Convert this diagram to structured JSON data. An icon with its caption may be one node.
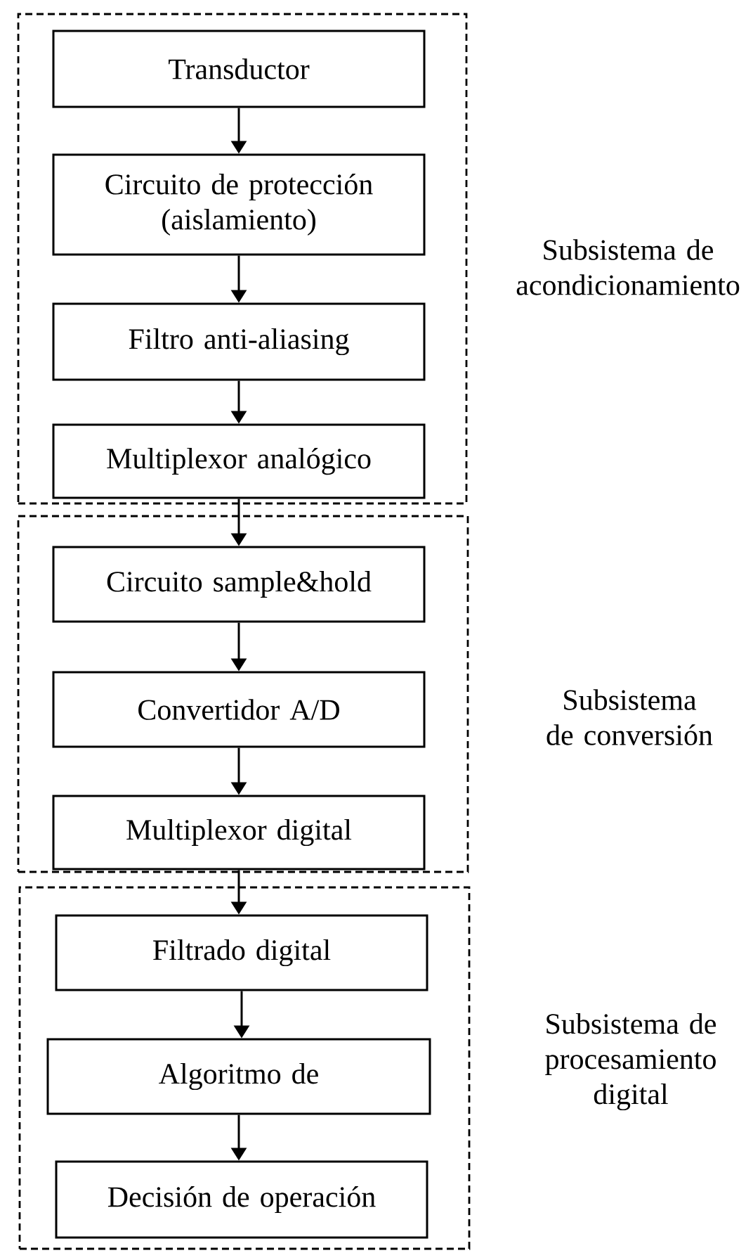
{
  "diagram": {
    "nodes": [
      {
        "text": [
          "Subsistema de acondicionamiento"
        ]
      },
      {
        "text": [
          "Transductor"
        ],
        "in": 0
      },
      {
        "text": [
          "Circuito de protección (aislamiento)"
        ],
        "in": 0
      },
      {
        "text": [
          "Filtro anti-aliasing"
        ],
        "in": 0
      },
      {
        "text": [
          "Multiplexor analógico"
        ],
        "in": 0
      },
      {
        "text": [
          "Subsistema de conversión"
        ]
      },
      {
        "text": [
          "Circuito sample&hold"
        ],
        "in": 5
      },
      {
        "text": [
          "Convertidor A/D"
        ],
        "in": 5
      },
      {
        "text": [
          "Multiplexor digital"
        ],
        "in": 5
      },
      {
        "text": [
          "Subsistema de procesamiento digital"
        ]
      },
      {
        "text": [
          "Filtrado digital"
        ],
        "in": 9
      },
      {
        "text": [
          "Algoritmo de"
        ],
        "in": 9
      },
      {
        "text": [
          "Decisión de operación"
        ],
        "in": 9
      }
    ],
    "edges": [
      {
        "from": 1,
        "to": 2,
        "arrow": "to"
      },
      {
        "from": 2,
        "to": 3,
        "arrow": "to"
      },
      {
        "from": 3,
        "to": 4,
        "arrow": "to"
      },
      {
        "from": 4,
        "to": 6,
        "arrow": "to"
      },
      {
        "from": 6,
        "to": 7,
        "arrow": "to"
      },
      {
        "from": 7,
        "to": 8,
        "arrow": "to"
      },
      {
        "from": 8,
        "to": 10,
        "arrow": "to"
      },
      {
        "from": 10,
        "to": 11,
        "arrow": "to"
      },
      {
        "from": 11,
        "to": 12,
        "arrow": "to"
      }
    ]
  }
}
